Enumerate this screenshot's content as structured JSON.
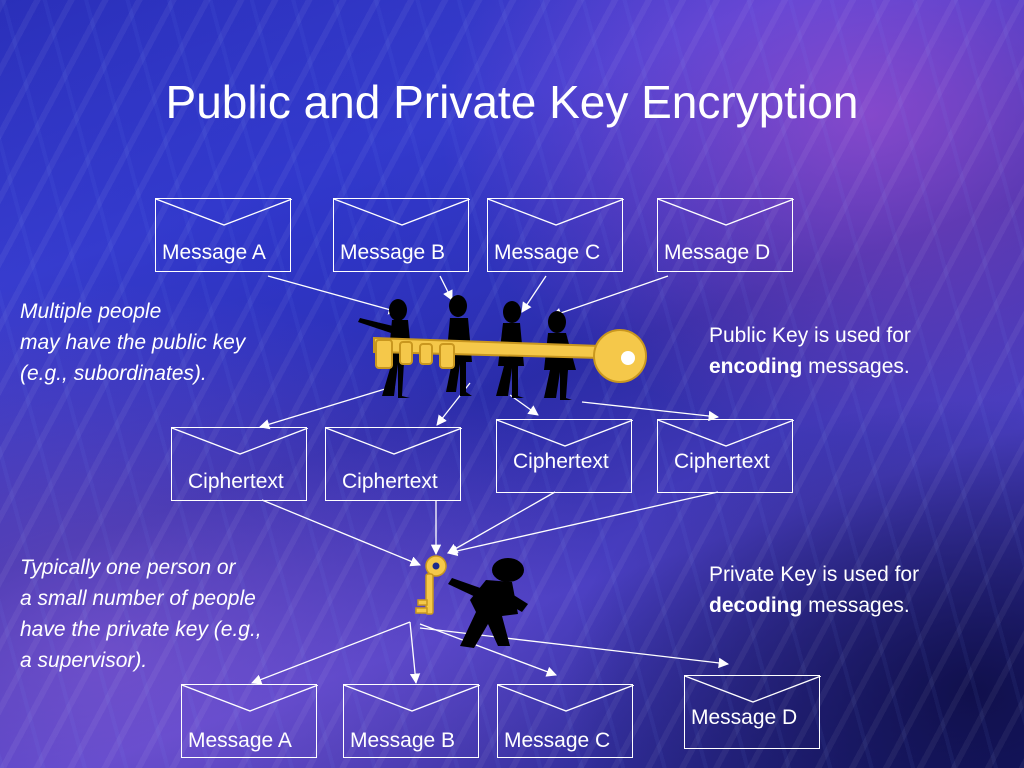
{
  "title": "Public and Private Key Encryption",
  "top_messages": [
    "Message A",
    "Message B",
    "Message C",
    "Message D"
  ],
  "ciphertexts": [
    "Ciphertext",
    "Ciphertext",
    "Ciphertext",
    "Ciphertext"
  ],
  "bottom_messages": [
    "Message A",
    "Message B",
    "Message C",
    "Message D"
  ],
  "public_note": {
    "lines": [
      "Multiple people",
      "may have the public key",
      "(e.g., subordinates)."
    ]
  },
  "private_note": {
    "lines": [
      "Typically one person or",
      "a small number of people",
      "have the private key (e.g.,",
      "a supervisor)."
    ]
  },
  "public_key_text": {
    "line1": "Public Key is used for",
    "bold": "encoding",
    "rest": " messages."
  },
  "private_key_text": {
    "line1": "Private Key is used for",
    "bold": "decoding",
    "rest": " messages."
  },
  "colors": {
    "key": "#f5c84a",
    "figure": "#000000",
    "lines": "#ffffff"
  },
  "icons": [
    "public-key-icon",
    "private-key-icon",
    "people-group-icon",
    "supervisor-icon"
  ]
}
